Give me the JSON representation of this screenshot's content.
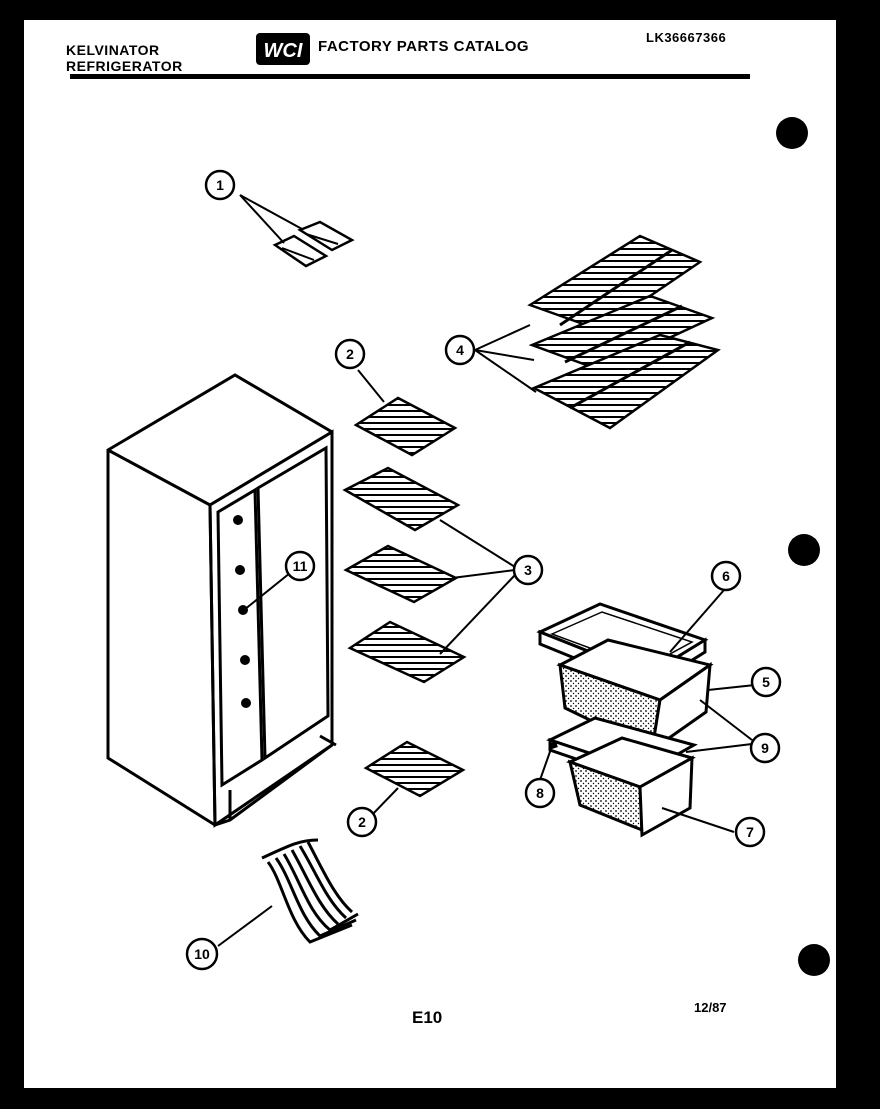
{
  "header": {
    "brand_line1": "KELVINATOR",
    "brand_line2": "REFRIGERATOR",
    "logo_text": "WCI",
    "catalog_title": "FACTORY PARTS CATALOG",
    "model_number": "LK36667366"
  },
  "footer": {
    "page_code": "E10",
    "date_code": "12/87"
  },
  "callouts": {
    "c1": "1",
    "c2a": "2",
    "c2b": "2",
    "c3": "3",
    "c4": "4",
    "c5": "5",
    "c6": "6",
    "c7": "7",
    "c8": "8",
    "c9": "9",
    "c10": "10",
    "c11": "11"
  }
}
